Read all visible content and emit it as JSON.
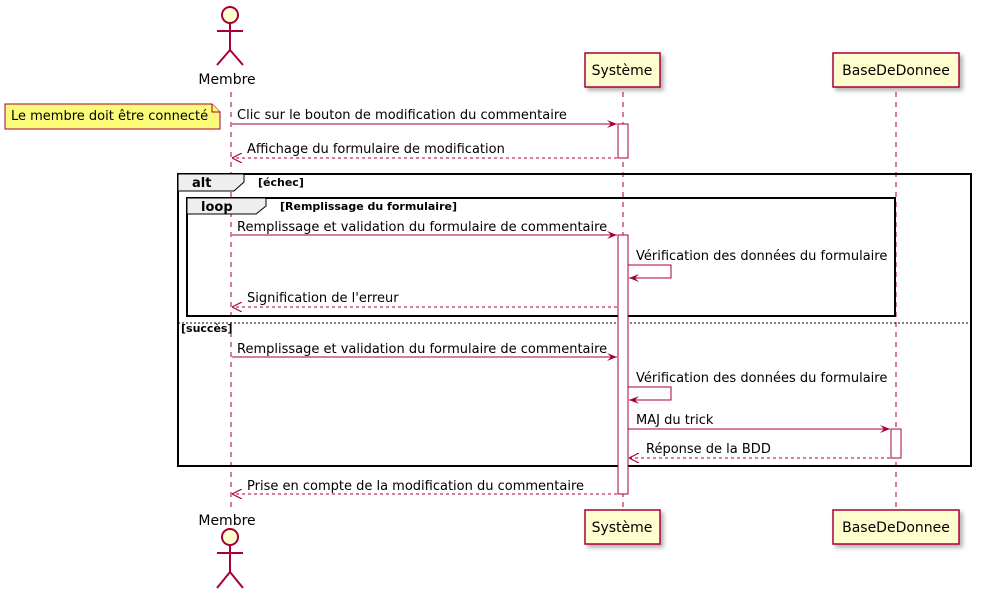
{
  "colors": {
    "line": "#A80036",
    "participant_fill": "#FEFECE",
    "note_fill": "#FBFB77",
    "activation_fill": "#FFFFFF",
    "frame_header_fill": "#EEEEEE"
  },
  "participants": {
    "membre": "Membre",
    "systeme": "Système",
    "bdd": "BaseDeDonnee"
  },
  "note": "Le membre doit être connecté",
  "frames": {
    "alt_keyword": "alt",
    "alt_condition": "[échec]",
    "loop_keyword": "loop",
    "loop_condition": "[Remplissage du formulaire]",
    "else_condition": "[succès]"
  },
  "messages": {
    "m1": "Clic sur le bouton de modification du commentaire",
    "m2": "Affichage du formulaire de modification",
    "m3": "Remplissage et validation du formulaire de commentaire",
    "m4": "Vérification des données du formulaire",
    "m5": "Signification de l'erreur",
    "m6": "Remplissage et validation du formulaire de commentaire",
    "m7": "Vérification des données du formulaire",
    "m8": "MAJ du trick",
    "m9": "Réponse de la BDD",
    "m10": "Prise en compte de la modification du commentaire"
  }
}
